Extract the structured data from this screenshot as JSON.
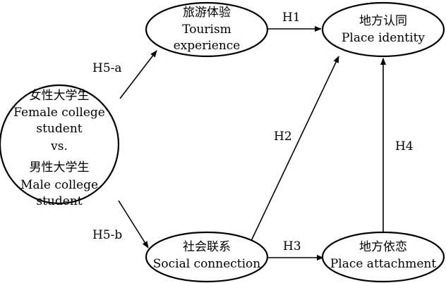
{
  "nodes": {
    "group": {
      "lines": [
        "女性大学生",
        "Female college",
        "student",
        "vs.",
        "男性大学生",
        "Male college",
        "student"
      ]
    },
    "tourism_experience": {
      "lines": [
        "旅游体验",
        "Tourism",
        "experience"
      ]
    },
    "place_identity": {
      "lines": [
        "地方认同",
        "Place identity"
      ]
    },
    "social_connection": {
      "lines": [
        "社会联系",
        "Social connection"
      ]
    },
    "place_attachment": {
      "lines": [
        "地方依恋",
        "Place attachment"
      ]
    }
  },
  "edges": {
    "h1": "H1",
    "h2": "H2",
    "h3": "H3",
    "h4": "H4",
    "h5a": "H5-a",
    "h5b": "H5-b"
  }
}
